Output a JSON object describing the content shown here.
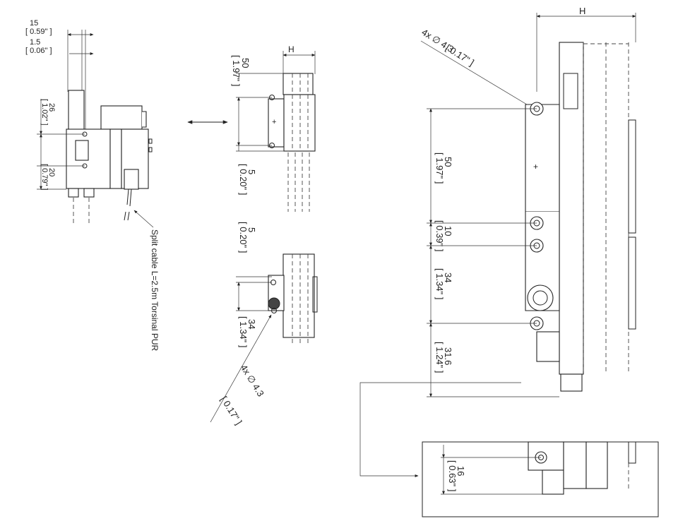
{
  "labels": {
    "dim_15": "15",
    "dim_15_in": "[ 0.59\" ]",
    "dim_1_5": "1.5",
    "dim_1_5_in": "[ 0.06\" ]",
    "dim_26": "26",
    "dim_26_in": "[ 1.02\" ]",
    "dim_20": "20",
    "dim_20_in": "[ 0.79\" ]",
    "cable_note": "Split cable L=2.5m Torsinal PUR",
    "mid_H": "H",
    "mid_50": "50",
    "mid_50_in": "[ 1.97\" ]",
    "mid_5a": "5",
    "mid_5a_in": "[ 0.20\" ]",
    "mid_5b": "5",
    "mid_5b_in": "[ 0.20\" ]",
    "mid_34": "34",
    "mid_34_in": "[ 1.34\" ]",
    "mid_hole": "4x  ∅  4.3",
    "mid_hole_in": "[ 0.17\" ]",
    "right_H": "H",
    "right_hole": "4x  ∅  4.3",
    "right_hole_in": "[ 0.17\" ]",
    "right_50": "50",
    "right_50_in": "[ 1.97\" ]",
    "right_10": "10",
    "right_10_in": "[ 0.39\" ]",
    "right_34": "34",
    "right_34_in": "[ 1.34\" ]",
    "right_31_6": "31.6",
    "right_31_6_in": "[ 1.24\" ]",
    "detail_16": "16",
    "detail_16_in": "[ 0.63\" ]"
  }
}
